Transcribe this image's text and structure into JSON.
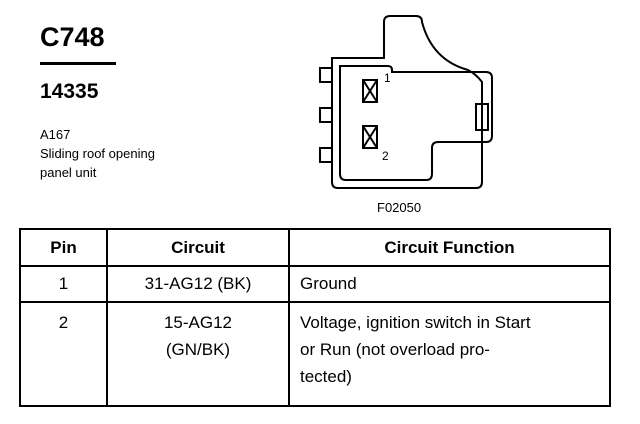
{
  "connector": {
    "id": "C748",
    "part_number": "14335",
    "component_code": "A167",
    "component_desc_line1": "Sliding roof opening",
    "component_desc_line2": "panel unit"
  },
  "diagram": {
    "pin_labels": [
      "1",
      "2"
    ],
    "figure_code": "F02050"
  },
  "table": {
    "headers": [
      "Pin",
      "Circuit",
      "Circuit Function"
    ],
    "rows": [
      {
        "pin": "1",
        "circuit_line1": "31-AG12 (BK)",
        "circuit_line2": "",
        "function_line1": "Ground",
        "function_line2": "",
        "function_line3": ""
      },
      {
        "pin": "2",
        "circuit_line1": "15-AG12",
        "circuit_line2": "(GN/BK)",
        "function_line1": "Voltage, ignition switch in Start",
        "function_line2": "or Run (not overload pro-",
        "function_line3": "tected)"
      }
    ]
  }
}
